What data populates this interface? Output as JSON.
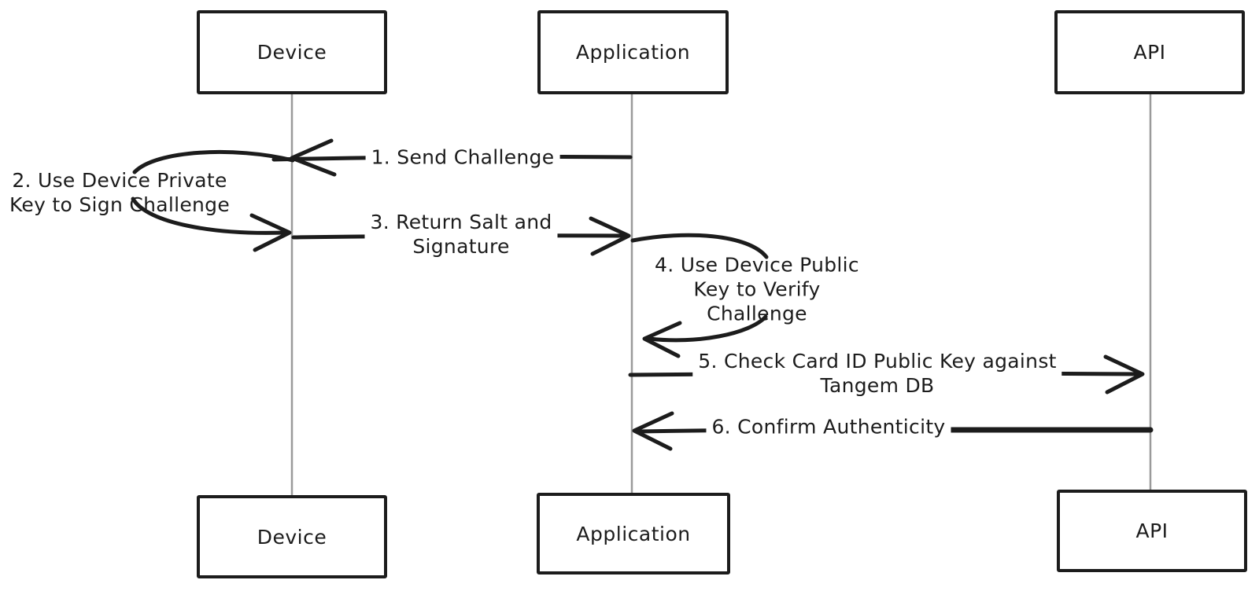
{
  "diagram": {
    "type": "sequence-diagram",
    "style": "hand-drawn",
    "colors": {
      "background": "#ffffff",
      "stroke": "#1c1c1c",
      "lifeline": "#9a9a9a",
      "text": "#1c1c1c"
    },
    "actors": [
      {
        "id": "device",
        "label": "Device"
      },
      {
        "id": "application",
        "label": "Application"
      },
      {
        "id": "api",
        "label": "API"
      }
    ],
    "messages": [
      {
        "num": 1,
        "from": "Application",
        "to": "Device",
        "kind": "message",
        "label": "1. Send Challenge"
      },
      {
        "num": 2,
        "from": "Device",
        "to": "Device",
        "kind": "self-loop",
        "label": "2. Use Device Private\nKey to Sign Challenge"
      },
      {
        "num": 3,
        "from": "Device",
        "to": "Application",
        "kind": "message",
        "label": "3. Return Salt and\nSignature"
      },
      {
        "num": 4,
        "from": "Application",
        "to": "Application",
        "kind": "self-loop",
        "label": "4. Use Device Public\nKey to Verify\nChallenge"
      },
      {
        "num": 5,
        "from": "Application",
        "to": "API",
        "kind": "message",
        "label": "5. Check Card ID Public Key against\nTangem DB"
      },
      {
        "num": 6,
        "from": "API",
        "to": "Application",
        "kind": "message",
        "label": "6. Confirm Authenticity"
      }
    ]
  }
}
